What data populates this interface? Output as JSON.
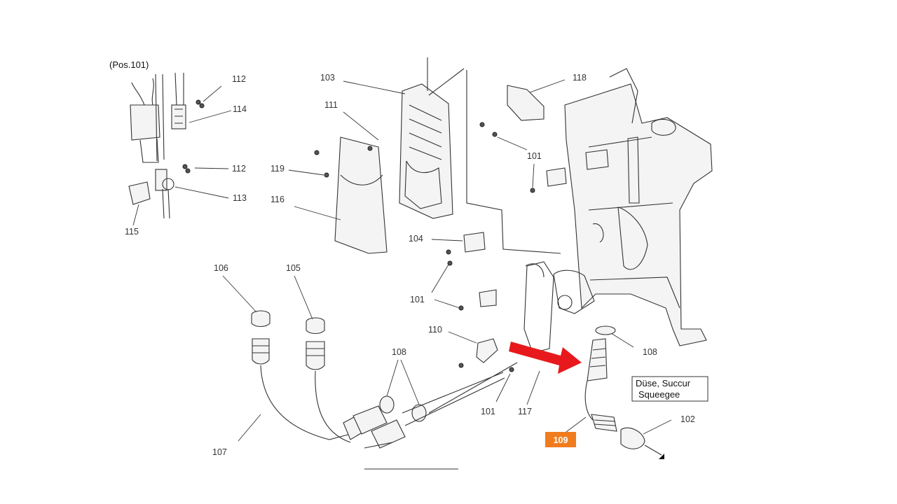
{
  "header": {
    "position_ref": "(Pos.101)"
  },
  "callouts": [
    {
      "id": "c112a",
      "text": "112"
    },
    {
      "id": "c114",
      "text": "114"
    },
    {
      "id": "c112b",
      "text": "112"
    },
    {
      "id": "c113",
      "text": "113"
    },
    {
      "id": "c115",
      "text": "115"
    },
    {
      "id": "c103",
      "text": "103"
    },
    {
      "id": "c111",
      "text": "111"
    },
    {
      "id": "c119",
      "text": "119"
    },
    {
      "id": "c116",
      "text": "116"
    },
    {
      "id": "c118",
      "text": "118"
    },
    {
      "id": "c101a",
      "text": "101"
    },
    {
      "id": "c104",
      "text": "104"
    },
    {
      "id": "c101b",
      "text": "101"
    },
    {
      "id": "c110",
      "text": "110"
    },
    {
      "id": "c106",
      "text": "106"
    },
    {
      "id": "c105",
      "text": "105"
    },
    {
      "id": "c108a",
      "text": "108"
    },
    {
      "id": "c108b",
      "text": "108"
    },
    {
      "id": "c107",
      "text": "107"
    },
    {
      "id": "c101c",
      "text": "101"
    },
    {
      "id": "c117",
      "text": "117"
    },
    {
      "id": "c102",
      "text": "102"
    }
  ],
  "info_box": {
    "line1": "Düse, Succur",
    "line2": "Squeegee"
  },
  "highlight_badge": {
    "text": "109",
    "color": "#f07c1e"
  },
  "arrow": {
    "color": "#e8191c"
  }
}
